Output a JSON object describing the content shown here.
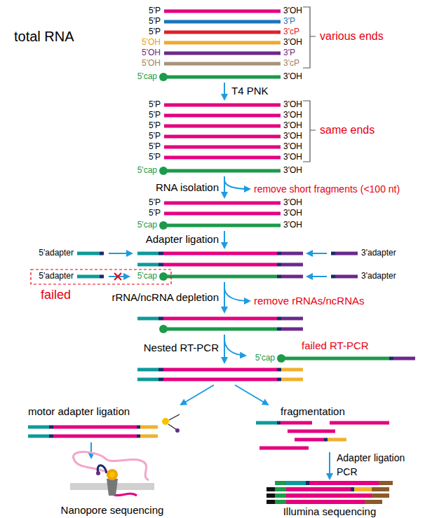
{
  "diagram": {
    "labels": [
      "total RNA",
      "5'P",
      "3'OH",
      "5'P",
      "3'P",
      "5'P",
      "3'cP",
      "5'OH",
      "3'OH",
      "5'OH",
      "3'P",
      "5'OH",
      "3'cP",
      "5'cap",
      "3'OH",
      "various ends",
      "T4 PNK",
      "5'P",
      "3'OH",
      "5'P",
      "3'OH",
      "5'P",
      "3'OH",
      "5'P",
      "3'OH",
      "5'P",
      "3'OH",
      "5'P",
      "3'OH",
      "5'cap",
      "3'OH",
      "same ends",
      "RNA isolation",
      "remove short fragments (<100 nt)",
      "5'P",
      "3'OH",
      "5'P",
      "3'OH",
      "5'cap",
      "3'OH",
      "Adapter ligation",
      "5'adapter",
      "3'adapter",
      "5'adapter",
      "5'cap",
      "3'adapter",
      "failed",
      "rRNA/ncRNA depletion",
      "remove rRNAs/ncRNAs",
      "Nested RT-PCR",
      "5'cap",
      "failed RT-PCR",
      "motor adapter ligation",
      "fragmentation",
      "Adapter ligation",
      "PCR",
      "Nanopore sequencing",
      "Illumina sequencing"
    ]
  }
}
